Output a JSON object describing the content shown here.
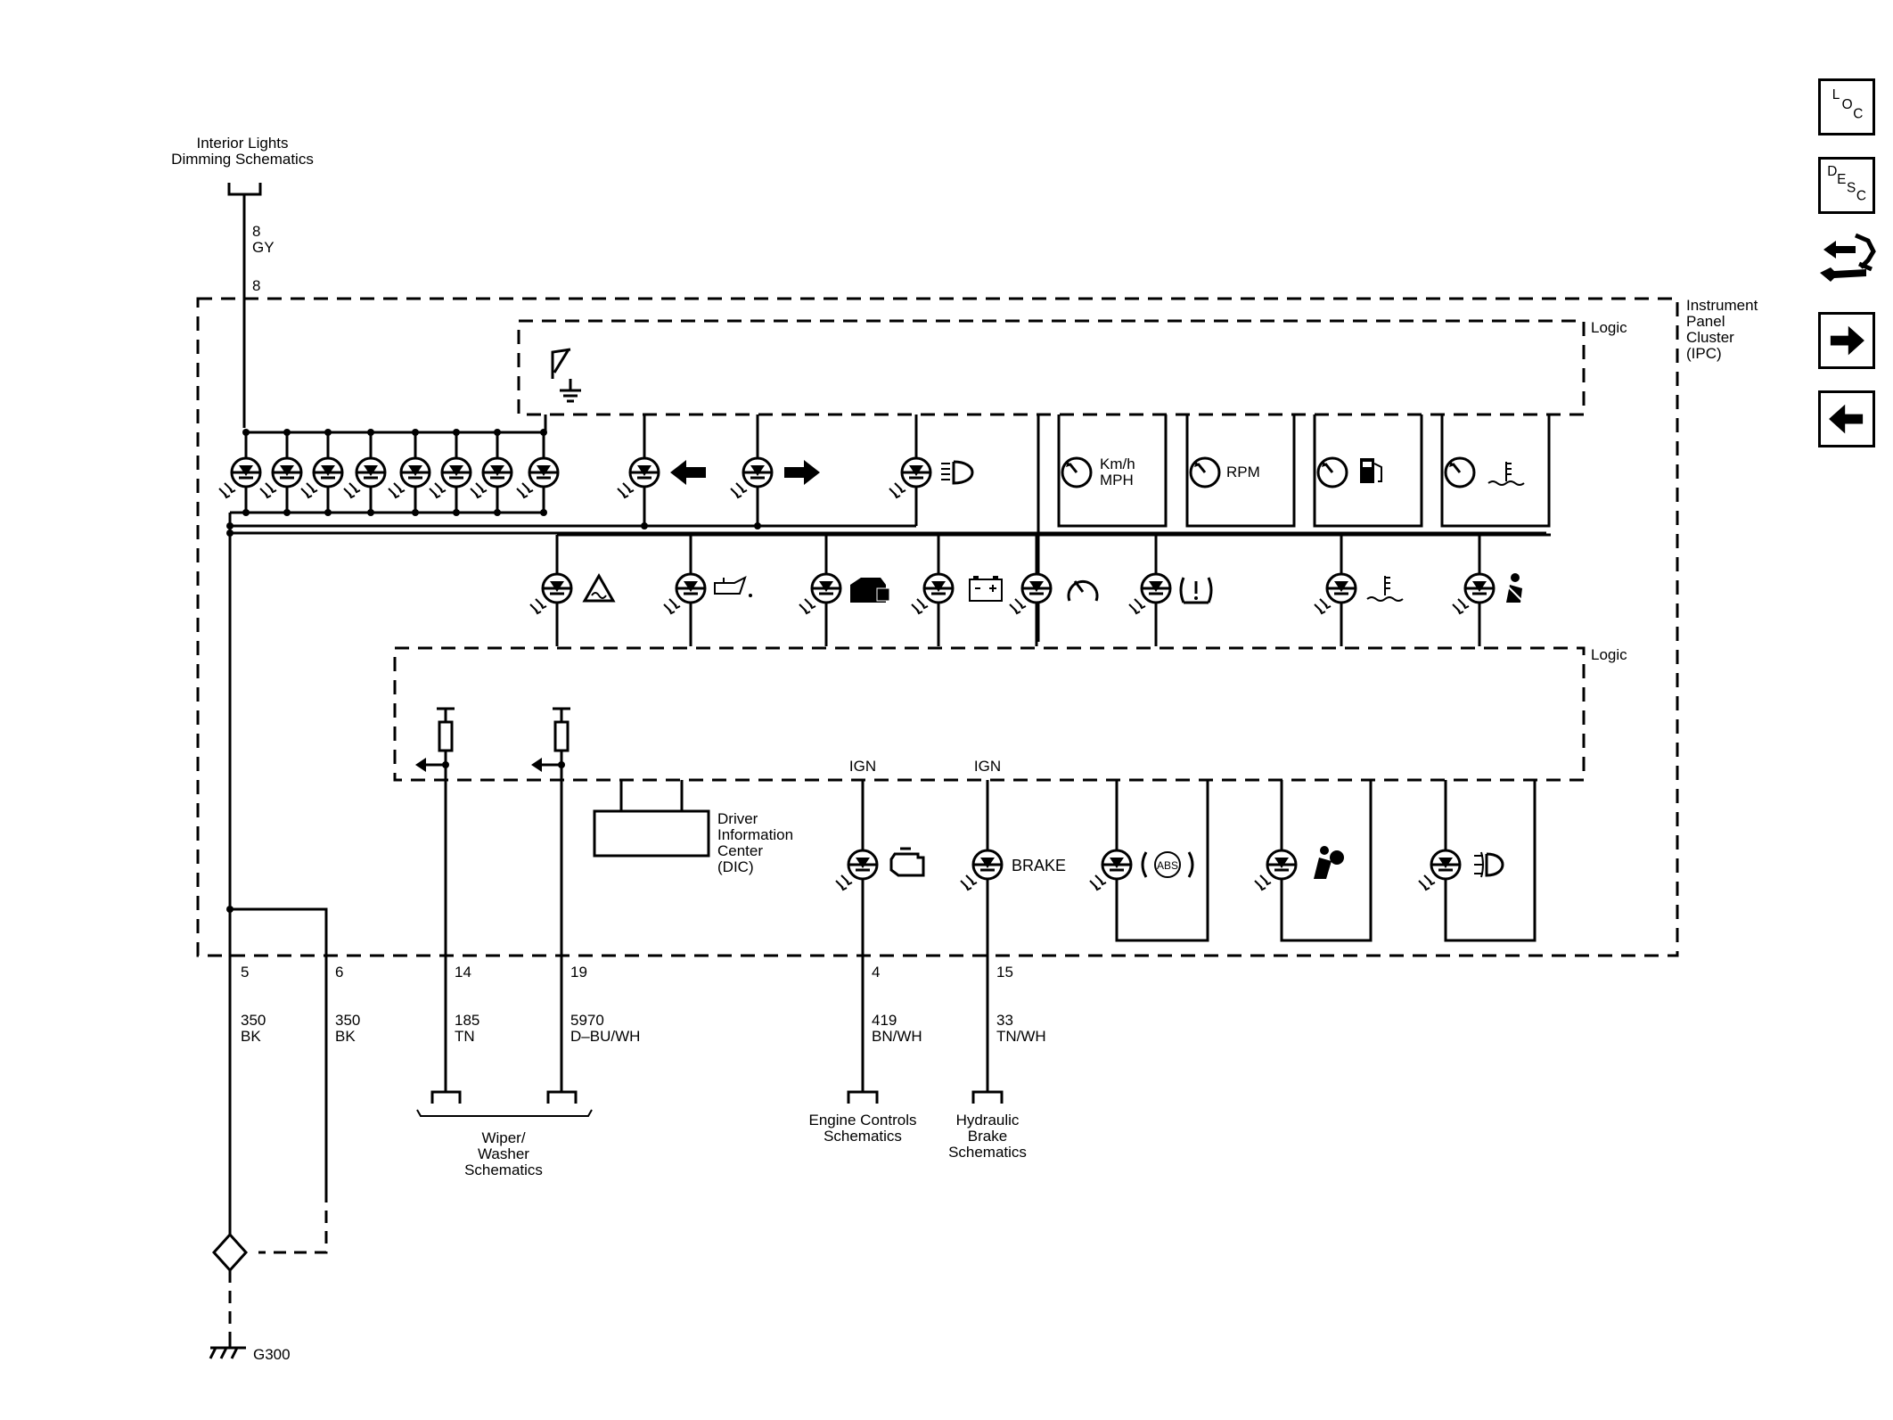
{
  "labels": {
    "interior_lights_1": "Interior Lights",
    "interior_lights_2": "Dimming Schematics",
    "circuit_8_num": "8",
    "circuit_8_color": "GY",
    "pin_8": "8",
    "ipc_1": "Instrument",
    "ipc_2": "Panel",
    "ipc_3": "Cluster",
    "ipc_4": "(IPC)",
    "logic_top": "Logic",
    "logic_mid": "Logic",
    "gauge_speed_1": "Km/h",
    "gauge_speed_2": "MPH",
    "gauge_rpm": "RPM",
    "ign_1": "IGN",
    "ign_2": "IGN",
    "brake": "BRAKE",
    "abs": "ABS",
    "dic_1": "Driver",
    "dic_2": "Information",
    "dic_3": "Center",
    "dic_4": "(DIC)",
    "pin_5": "5",
    "pin_6": "6",
    "pin_14": "14",
    "pin_19": "19",
    "pin_4": "4",
    "pin_15": "15",
    "w5_num": "350",
    "w5_color": "BK",
    "w6_num": "350",
    "w6_color": "BK",
    "w14_num": "185",
    "w14_color": "TN",
    "w19_num": "5970",
    "w19_color": "D–BU/WH",
    "w4_num": "419",
    "w4_color": "BN/WH",
    "w15_num": "33",
    "w15_color": "TN/WH",
    "wiper_1": "Wiper/",
    "wiper_2": "Washer",
    "wiper_3": "Schematics",
    "engine_1": "Engine Controls",
    "engine_2": "Schematics",
    "hyd_1": "Hydraulic",
    "hyd_2": "Brake",
    "hyd_3": "Schematics",
    "ground": "G300"
  },
  "nav": {
    "loc": [
      "L",
      "O",
      "C"
    ],
    "desc": [
      "D",
      "E",
      "S",
      "C"
    ]
  }
}
